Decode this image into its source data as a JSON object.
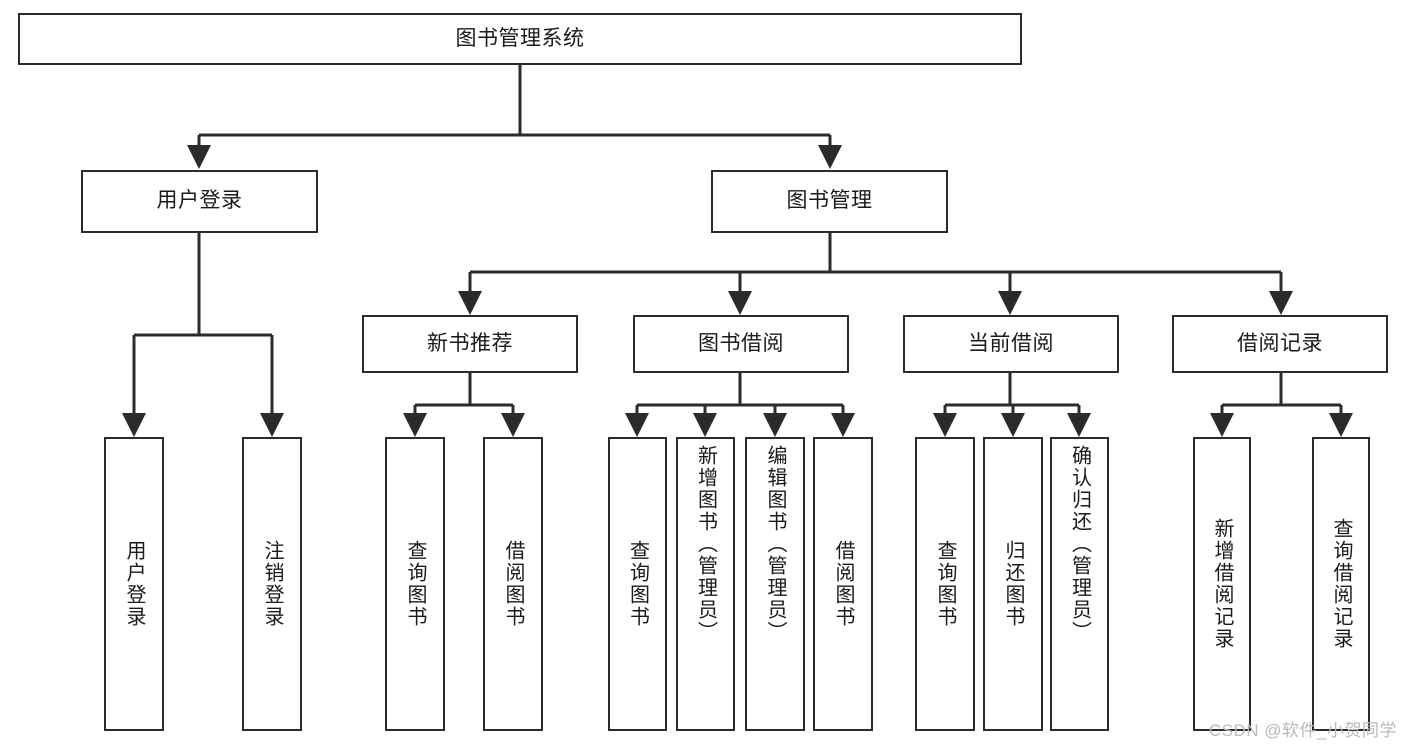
{
  "diagram": {
    "title": "图书管理系统",
    "type": "tree",
    "line_color": "#2b2b2b",
    "box_fill": "#ffffff",
    "text_color": "#1a1a1a"
  },
  "watermark": {
    "text": "CSDN @软件_小贺同学",
    "color": "#b9b9b9"
  },
  "nodes": {
    "root": {
      "label": "图书管理系统"
    },
    "level1": [
      {
        "label": "用户登录"
      },
      {
        "label": "图书管理"
      }
    ],
    "level2": [
      {
        "label": "新书推荐"
      },
      {
        "label": "图书借阅"
      },
      {
        "label": "当前借阅"
      },
      {
        "label": "借阅记录"
      }
    ],
    "leaves": {
      "user_login": [
        {
          "label": "用户登录"
        },
        {
          "label": "注销登录"
        }
      ],
      "new_book_recommend": [
        {
          "label": "查询图书"
        },
        {
          "label": "借阅图书"
        }
      ],
      "book_borrow": [
        {
          "label": "查询图书"
        },
        {
          "label": "新增图书（管理员）"
        },
        {
          "label": "编辑图书（管理员）"
        },
        {
          "label": "借阅图书"
        }
      ],
      "current_borrow": [
        {
          "label": "查询图书"
        },
        {
          "label": "归还图书"
        },
        {
          "label": "确认归还（管理员）"
        }
      ],
      "borrow_record": [
        {
          "label": "新增借阅记录"
        },
        {
          "label": "查询借阅记录"
        }
      ]
    }
  }
}
